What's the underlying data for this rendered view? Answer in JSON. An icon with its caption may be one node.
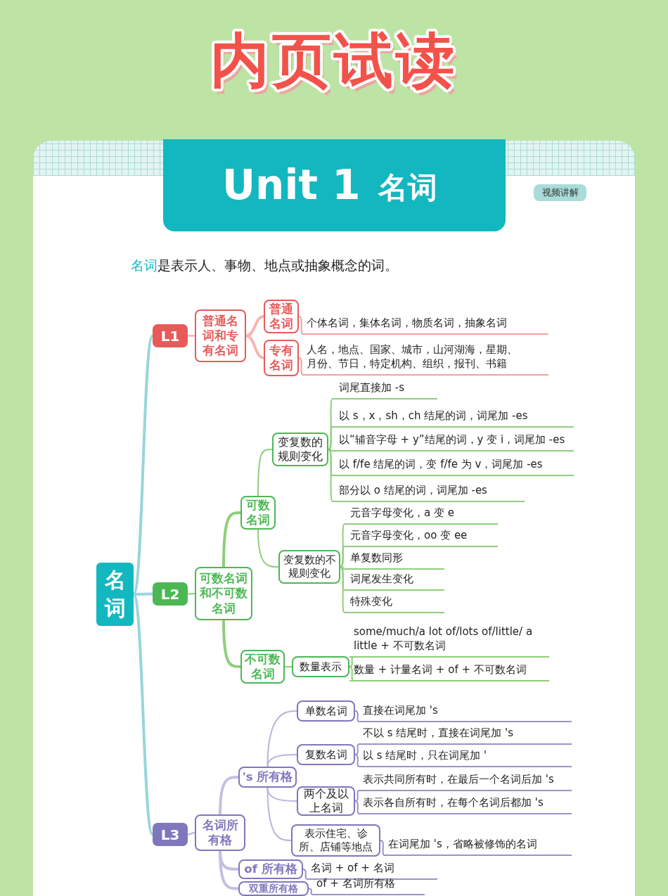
{
  "diagram": {
    "title": "内页试读",
    "nodes": [
      {
        "text": [
          "名词"
        ]
      },
      {
        "text": [
          "L1"
        ]
      },
      {
        "text": [
          "普通名词和专有名词"
        ]
      },
      {
        "text": [
          "普通名词"
        ]
      },
      {
        "text": [
          "个体名词，集体名词，物质名词，抽象名词"
        ]
      },
      {
        "text": [
          "专有名词"
        ]
      },
      {
        "text": [
          "人名，地点、国家、城市，山河湖海，星期、月份、节日，特定机构、组织，报刊、书籍"
        ]
      },
      {
        "text": [
          "L2"
        ]
      },
      {
        "text": [
          "可数名词和不可数名词"
        ]
      },
      {
        "text": [
          "可数名词"
        ]
      },
      {
        "text": [
          "变复数的规则变化"
        ]
      },
      {
        "text": [
          "词尾直接加 -s"
        ]
      },
      {
        "text": [
          "以 s，x，sh，ch 结尾的词，词尾加 -es"
        ]
      },
      {
        "text": [
          "以“辅音字母 + y”结尾的词，y 变 i，词尾加 -es"
        ]
      },
      {
        "text": [
          "以 f/fe 结尾的词，变 f/fe 为 v，词尾加 -es"
        ]
      },
      {
        "text": [
          "部分以 o 结尾的词，词尾加 -es"
        ]
      },
      {
        "text": [
          "变复数的不规则变化"
        ]
      },
      {
        "text": [
          "元音字母变化，a 变 e"
        ]
      },
      {
        "text": [
          "元音字母变化，oo 变 ee"
        ]
      },
      {
        "text": [
          "单复数同形"
        ]
      },
      {
        "text": [
          "词尾发生变化"
        ]
      },
      {
        "text": [
          "特殊变化"
        ]
      },
      {
        "text": [
          "不可数名词"
        ]
      },
      {
        "text": [
          "数量表示"
        ]
      },
      {
        "text": [
          "some/much/a lot of/lots of/little/ a little + 不可数名词"
        ]
      },
      {
        "text": [
          "数量 + 计量名词 + of + 不可数名词"
        ]
      },
      {
        "text": [
          "L3"
        ]
      },
      {
        "text": [
          "名词所有格"
        ]
      },
      {
        "text": [
          "'s 所有格"
        ]
      },
      {
        "text": [
          "单数名词"
        ]
      },
      {
        "text": [
          "直接在词尾加 's"
        ]
      },
      {
        "text": [
          "复数名词"
        ]
      },
      {
        "text": [
          "不以 s 结尾时，直接在词尾加 's"
        ]
      },
      {
        "text": [
          "以 s 结尾时，只在词尾加 '"
        ]
      },
      {
        "text": [
          "两个及以上名词"
        ]
      },
      {
        "text": [
          "表示共同所有时，在最后一个名词后加 's"
        ]
      },
      {
        "text": [
          "表示各自所有时，在每个名词后都加 's"
        ]
      },
      {
        "text": [
          "表示住宅、诊所、店铺等地点"
        ]
      },
      {
        "text": [
          "在词尾加 's，省略被修饰的名词"
        ]
      },
      {
        "text": [
          "of 所有格"
        ]
      },
      {
        "text": [
          "名词 + of + 名词"
        ]
      },
      {
        "text": [
          "双重所有格"
        ]
      },
      {
        "text": [
          "of + 名词所有格"
        ]
      }
    ],
    "edges": [
      {
        "from": 0,
        "to": 1,
        "arrow": "none",
        "style": "thick",
        "color": "#98d6da"
      },
      {
        "from": 1,
        "to": 2,
        "arrow": "none",
        "color": "#f2a3a3"
      },
      {
        "from": 2,
        "to": 3,
        "arrow": "none",
        "style": "thick",
        "color": "#f6b5b5"
      },
      {
        "from": 3,
        "to": 4,
        "arrow": "none",
        "color": "#f2a3a3"
      },
      {
        "from": 2,
        "to": 5,
        "arrow": "none",
        "style": "thick",
        "color": "#f6b5b5"
      },
      {
        "from": 5,
        "to": 6,
        "arrow": "none",
        "color": "#f2a3a3"
      },
      {
        "from": 0,
        "to": 7,
        "arrow": "none",
        "style": "thick",
        "color": "#98d6da"
      },
      {
        "from": 7,
        "to": 8,
        "arrow": "none"
      },
      {
        "from": 8,
        "to": 9,
        "arrow": "none",
        "style": "thick"
      },
      {
        "from": 9,
        "to": 10,
        "arrow": "none"
      },
      {
        "from": 10,
        "to": 11,
        "arrow": "none"
      },
      {
        "from": 10,
        "to": 12,
        "arrow": "none"
      },
      {
        "from": 10,
        "to": 13,
        "arrow": "none"
      },
      {
        "from": 10,
        "to": 14,
        "arrow": "none"
      },
      {
        "from": 10,
        "to": 15,
        "arrow": "none"
      },
      {
        "from": 9,
        "to": 16,
        "arrow": "none"
      },
      {
        "from": 16,
        "to": 17,
        "arrow": "none"
      },
      {
        "from": 16,
        "to": 18,
        "arrow": "none"
      },
      {
        "from": 16,
        "to": 19,
        "arrow": "none"
      },
      {
        "from": 16,
        "to": 20,
        "arrow": "none"
      },
      {
        "from": 16,
        "to": 21,
        "arrow": "none"
      },
      {
        "from": 8,
        "to": 22,
        "arrow": "none",
        "style": "thick"
      },
      {
        "from": 22,
        "to": 23,
        "arrow": "none"
      },
      {
        "from": 23,
        "to": 24,
        "arrow": "none"
      },
      {
        "from": 23,
        "to": 25,
        "arrow": "none"
      },
      {
        "from": 0,
        "to": 26,
        "arrow": "none",
        "style": "thick",
        "color": "#98d6da"
      },
      {
        "from": 26,
        "to": 27,
        "arrow": "none",
        "color": "#b9b4dd"
      },
      {
        "from": 27,
        "to": 28,
        "arrow": "none",
        "style": "thick",
        "color": "#c4c0e2"
      },
      {
        "from": 28,
        "to": 29,
        "arrow": "none",
        "color": "#b9b4dd"
      },
      {
        "from": 29,
        "to": 30,
        "arrow": "none",
        "color": "#9b93c9"
      },
      {
        "from": 28,
        "to": 31,
        "arrow": "none",
        "color": "#b9b4dd"
      },
      {
        "from": 31,
        "to": 32,
        "arrow": "none",
        "color": "#9b93c9"
      },
      {
        "from": 31,
        "to": 33,
        "arrow": "none",
        "color": "#9b93c9"
      },
      {
        "from": 28,
        "to": 34,
        "arrow": "none",
        "color": "#b9b4dd"
      },
      {
        "from": 34,
        "to": 35,
        "arrow": "none",
        "color": "#9b93c9"
      },
      {
        "from": 34,
        "to": 36,
        "arrow": "none",
        "color": "#9b93c9"
      },
      {
        "from": 28,
        "to": 37,
        "arrow": "none",
        "color": "#b9b4dd"
      },
      {
        "from": 37,
        "to": 38,
        "arrow": "none",
        "color": "#9b93c9"
      },
      {
        "from": 27,
        "to": 39,
        "arrow": "none",
        "style": "thick",
        "color": "#c4c0e2"
      },
      {
        "from": 39,
        "to": 40,
        "arrow": "none",
        "color": "#9b93c9"
      },
      {
        "from": 27,
        "to": 41,
        "arrow": "none",
        "style": "thick",
        "color": "#c4c0e2"
      },
      {
        "from": 41,
        "to": 42,
        "arrow": "none",
        "color": "#9b93c9"
      }
    ],
    "labels": [
      "Unit 1",
      "名词",
      "视频讲解",
      "**名词**是表示人、事物、地点或抽象概念的词。"
    ]
  }
}
